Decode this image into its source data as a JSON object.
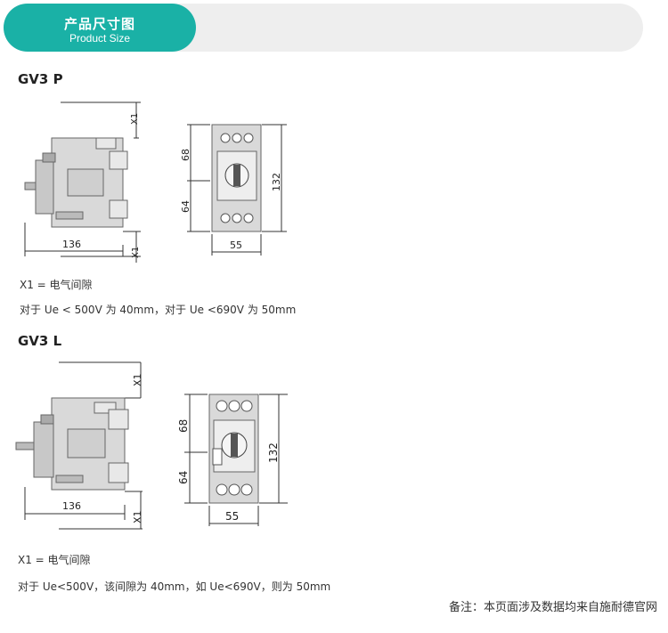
{
  "header": {
    "title": "产品尺寸图",
    "subtitle": "Product Size"
  },
  "sections": [
    {
      "title": "GV3 P",
      "dims": {
        "x1_top": "X1",
        "x1_bottom": "X1",
        "depth": "136",
        "h_upper": "68",
        "h_lower": "64",
        "h_total": "132",
        "width": "55"
      },
      "note1": "X1 = 电气间隙",
      "note2": "对于 Ue < 500V 为 40mm，对于 Ue <690V 为 50mm"
    },
    {
      "title": "GV3 L",
      "dims": {
        "x1_top": "X1",
        "x1_bottom": "X1",
        "depth": "136",
        "h_upper": "68",
        "h_lower": "64",
        "h_total": "132",
        "width": "55"
      },
      "note1": "X1 = 电气间隙",
      "note2": "对于 Ue<500V，该间隙为 40mm，如 Ue<690V，则为 50mm"
    }
  ],
  "footer": {
    "note": "备注：本页面涉及数据均来自施耐德官网"
  },
  "colors": {
    "accent": "#1ab1a6",
    "bar": "#eeeeee",
    "device": "#d9d9d9",
    "device_dark": "#9a9a9a"
  }
}
